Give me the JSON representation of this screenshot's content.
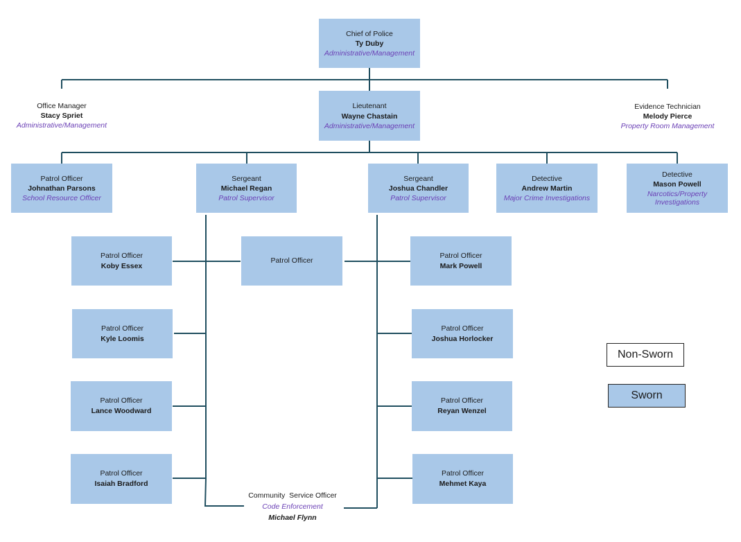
{
  "chief": {
    "title": "Chief of Police",
    "name": "Ty Duby",
    "role": "Administrative/Management"
  },
  "office_manager": {
    "title": "Office Manager",
    "name": "Stacy Spriet",
    "role": "Administrative/Management"
  },
  "lieutenant": {
    "title": "Lieutenant",
    "name": "Wayne Chastain",
    "role": "Administrative/Management"
  },
  "evidence_tech": {
    "title": "Evidence Technician",
    "name": "Melody Pierce",
    "role": "Property Room Management"
  },
  "patrol_parsons": {
    "title": "Patrol Officer",
    "name": "Johnathan Parsons",
    "role": "School Resource Officer"
  },
  "sgt_regan": {
    "title": "Sergeant",
    "name": "Michael Regan",
    "role": "Patrol Supervisor"
  },
  "sgt_chandler": {
    "title": "Sergeant",
    "name": "Joshua Chandler",
    "role": "Patrol Supervisor"
  },
  "det_martin": {
    "title": "Detective",
    "name": "Andrew Martin",
    "role": "Major Crime Investigations"
  },
  "det_powell": {
    "title": "Detective",
    "name": "Mason Powell",
    "role": "Narcotics/Property Investigations"
  },
  "po_essex": {
    "title": "Patrol Officer",
    "name": "Koby Essex"
  },
  "po_vacant": {
    "title": "Patrol Officer"
  },
  "po_mark_powell": {
    "title": "Patrol Officer",
    "name": "Mark Powell"
  },
  "po_loomis": {
    "title": "Patrol Officer",
    "name": "Kyle Loomis"
  },
  "po_horlocker": {
    "title": "Patrol Officer",
    "name": "Joshua Horlocker"
  },
  "po_woodward": {
    "title": "Patrol Officer",
    "name": "Lance Woodward"
  },
  "po_wenzel": {
    "title": "Patrol Officer",
    "name": "Reyan Wenzel"
  },
  "po_bradford": {
    "title": "Patrol Officer",
    "name": "Isaiah Bradford"
  },
  "po_kaya": {
    "title": "Patrol Officer",
    "name": "Mehmet Kaya"
  },
  "cso": {
    "title": "Community  Service Officer",
    "role": "Code Enforcement",
    "name": "Michael Flynn"
  },
  "legend": {
    "nonsworn": "Non-Sworn",
    "sworn": "Sworn"
  },
  "colors": {
    "sworn_fill": "#a9c8e8",
    "line": "#1f4e5f",
    "role_text": "#6a3fb5"
  }
}
